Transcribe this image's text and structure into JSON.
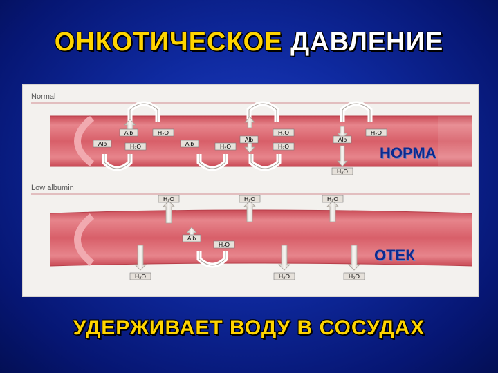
{
  "title": {
    "word1": "ОНКОТИЧЕСКОЕ",
    "word2": "ДАВЛЕНИЕ"
  },
  "diagram": {
    "normal_label": "Normal",
    "low_label": "Low albumin",
    "alb": "Alb",
    "h2o": "H₂O",
    "norma": "НОРМА",
    "otek": "ОТЕК"
  },
  "footer": "УДЕРЖИВАЕТ ВОДУ В СОСУДАХ",
  "colors": {
    "vessel": "#d9606a",
    "vessel_dark": "#b53a45",
    "arrow": "#e8e4de",
    "title_yellow": "#ffd400"
  }
}
